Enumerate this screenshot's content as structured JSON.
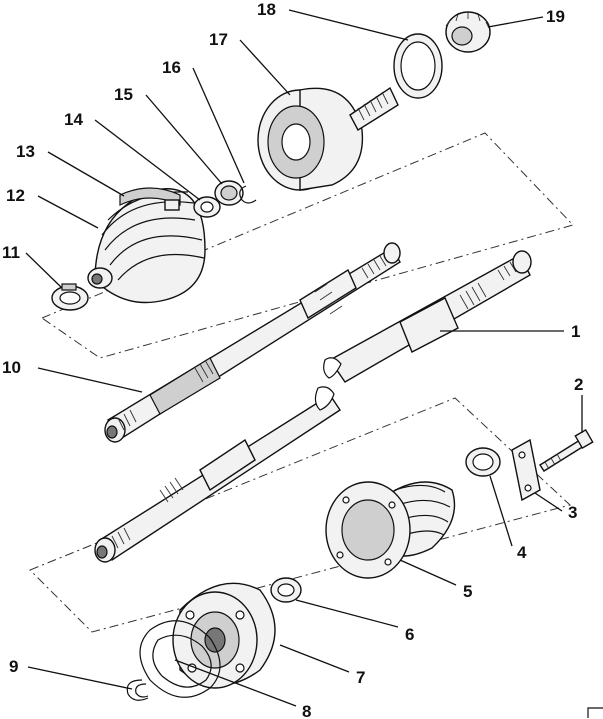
{
  "callouts": [
    {
      "id": "1",
      "label": "1"
    },
    {
      "id": "2",
      "label": "2"
    },
    {
      "id": "3",
      "label": "3"
    },
    {
      "id": "4",
      "label": "4"
    },
    {
      "id": "5",
      "label": "5"
    },
    {
      "id": "6",
      "label": "6"
    },
    {
      "id": "7",
      "label": "7"
    },
    {
      "id": "8",
      "label": "8"
    },
    {
      "id": "9",
      "label": "9"
    },
    {
      "id": "10",
      "label": "10"
    },
    {
      "id": "11",
      "label": "11"
    },
    {
      "id": "12",
      "label": "12"
    },
    {
      "id": "13",
      "label": "13"
    },
    {
      "id": "14",
      "label": "14"
    },
    {
      "id": "15",
      "label": "15"
    },
    {
      "id": "16",
      "label": "16"
    },
    {
      "id": "17",
      "label": "17"
    },
    {
      "id": "18",
      "label": "18"
    },
    {
      "id": "19",
      "label": "19"
    }
  ],
  "colors": {
    "ink": "#111111",
    "background": "#ffffff",
    "shade": "#cfcfcf"
  }
}
